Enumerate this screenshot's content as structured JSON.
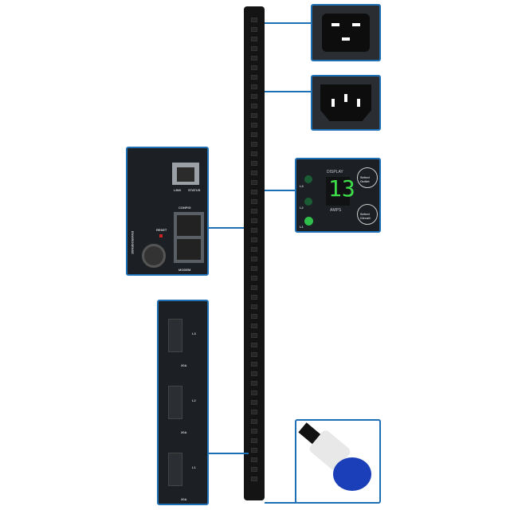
{
  "callouts": {
    "c19_outlet": {
      "icon": "c19-outlet-icon"
    },
    "c13_outlet": {
      "icon": "c13-outlet-icon"
    },
    "display": {
      "label_top": "DISPLAY",
      "reading": "13",
      "unit": "AMPS",
      "leds": [
        "L3",
        "L2",
        "L1"
      ],
      "buttons": [
        "Select Outlet",
        "Select Circuit"
      ],
      "reading_color": "#3ee04a"
    },
    "network": {
      "link": "LINK",
      "status": "STATUS",
      "config": "CONFIG",
      "reset": "RESET",
      "modem": "MODEM",
      "envirosense": "ENVIROSENSE"
    },
    "breakers": {
      "groups": [
        {
          "phase": "L3",
          "rating": "20A"
        },
        {
          "phase": "L2",
          "rating": "20A"
        },
        {
          "phase": "L1",
          "rating": "20A"
        }
      ]
    },
    "plug": {
      "icon": "iec-309-plug-icon",
      "color": "#1a3fb8"
    }
  },
  "colors": {
    "accent": "#1f6fb5",
    "body": "#141414"
  }
}
